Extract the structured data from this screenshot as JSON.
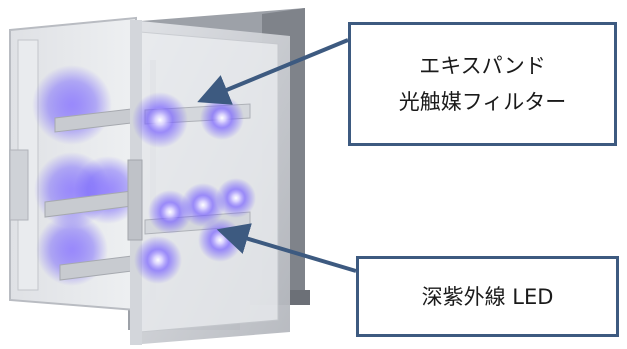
{
  "callouts": {
    "filter": {
      "line1": "エキスパンド",
      "line2": "光触媒フィルター"
    },
    "led": {
      "label": "深紫外線 LED"
    }
  },
  "colors": {
    "callout_border": "#3d5a80",
    "arrow": "#3d5a80",
    "led_glow": "#6a55ff",
    "frame": "#c9cbd0"
  }
}
